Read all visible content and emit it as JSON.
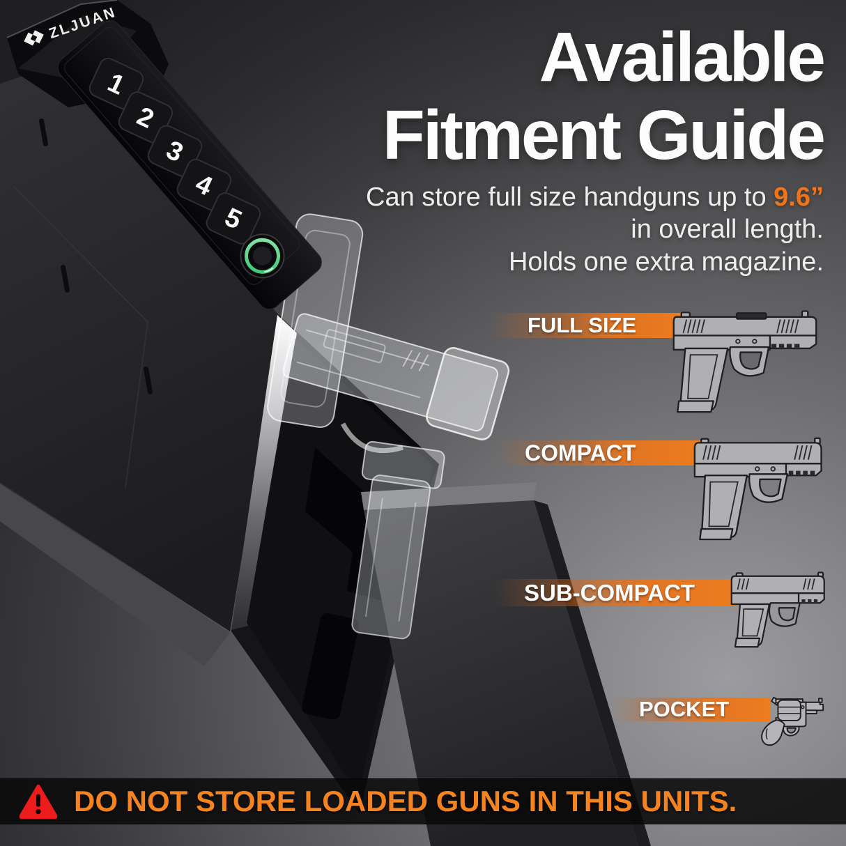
{
  "brand": {
    "logo_text": "ZLJUAN"
  },
  "header": {
    "title_line1": "Available",
    "title_line2": "Fitment Guide"
  },
  "description": {
    "line1_prefix": "Can store full size handguns up to ",
    "line1_highlight": "9.6”",
    "line2": "in overall length.",
    "line3": "Holds one extra magazine."
  },
  "safe": {
    "keypad_buttons": [
      "1",
      "2",
      "3",
      "4",
      "5"
    ]
  },
  "fitment_categories": [
    {
      "label": "FULL SIZE",
      "icon": "full-size-pistol-icon"
    },
    {
      "label": "COMPACT",
      "icon": "compact-pistol-icon"
    },
    {
      "label": "SUB-COMPACT",
      "icon": "sub-compact-pistol-icon"
    },
    {
      "label": "POCKET",
      "icon": "pocket-revolver-icon"
    }
  ],
  "warning_banner": {
    "text": "DO NOT STORE LOADED GUNS IN THIS UNITS.",
    "icon": "warning-triangle-icon"
  },
  "colors": {
    "accent_orange": "#F0741C",
    "band_orange": "#EE7C1E",
    "warning_text_orange": "#F5831F",
    "warning_red": "#EC1C1C",
    "fingerprint_ring_green": "#5BD88C"
  }
}
